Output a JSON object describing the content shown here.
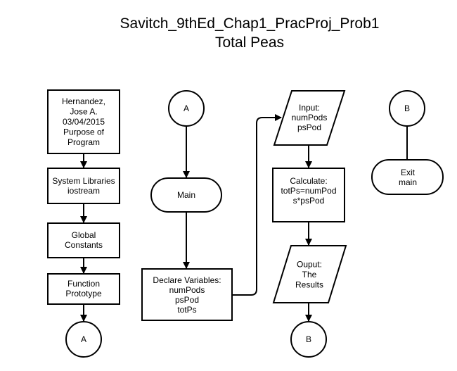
{
  "title": {
    "line1": "Savitch_9thEd_Chap1_PracProj_Prob1",
    "line2": "Total Peas"
  },
  "nodes": {
    "header_info": [
      "Hernandez,",
      "Jose A.",
      "03/04/2015",
      "Purpose of",
      "Program"
    ],
    "system_libraries": [
      "System Libraries",
      "iostream"
    ],
    "global_constants": [
      "Global",
      "Constants"
    ],
    "function_prototype": [
      "Function",
      "Prototype"
    ],
    "connector_a_bottom": [
      "A"
    ],
    "connector_a_top": [
      "A"
    ],
    "main_terminal": [
      "Main"
    ],
    "declare_variables": [
      "Declare Variables:",
      "numPods",
      "psPod",
      "totPs"
    ],
    "input_io": [
      "Input:",
      "numPods",
      "psPod"
    ],
    "calculate": [
      "Calculate:",
      "totPs=numPod",
      "s*psPod"
    ],
    "output_io": [
      "Ouput:",
      "The",
      "Results"
    ],
    "connector_b_bottom": [
      "B"
    ],
    "connector_b_top": [
      "B"
    ],
    "exit_terminal": [
      "Exit",
      "main"
    ]
  }
}
